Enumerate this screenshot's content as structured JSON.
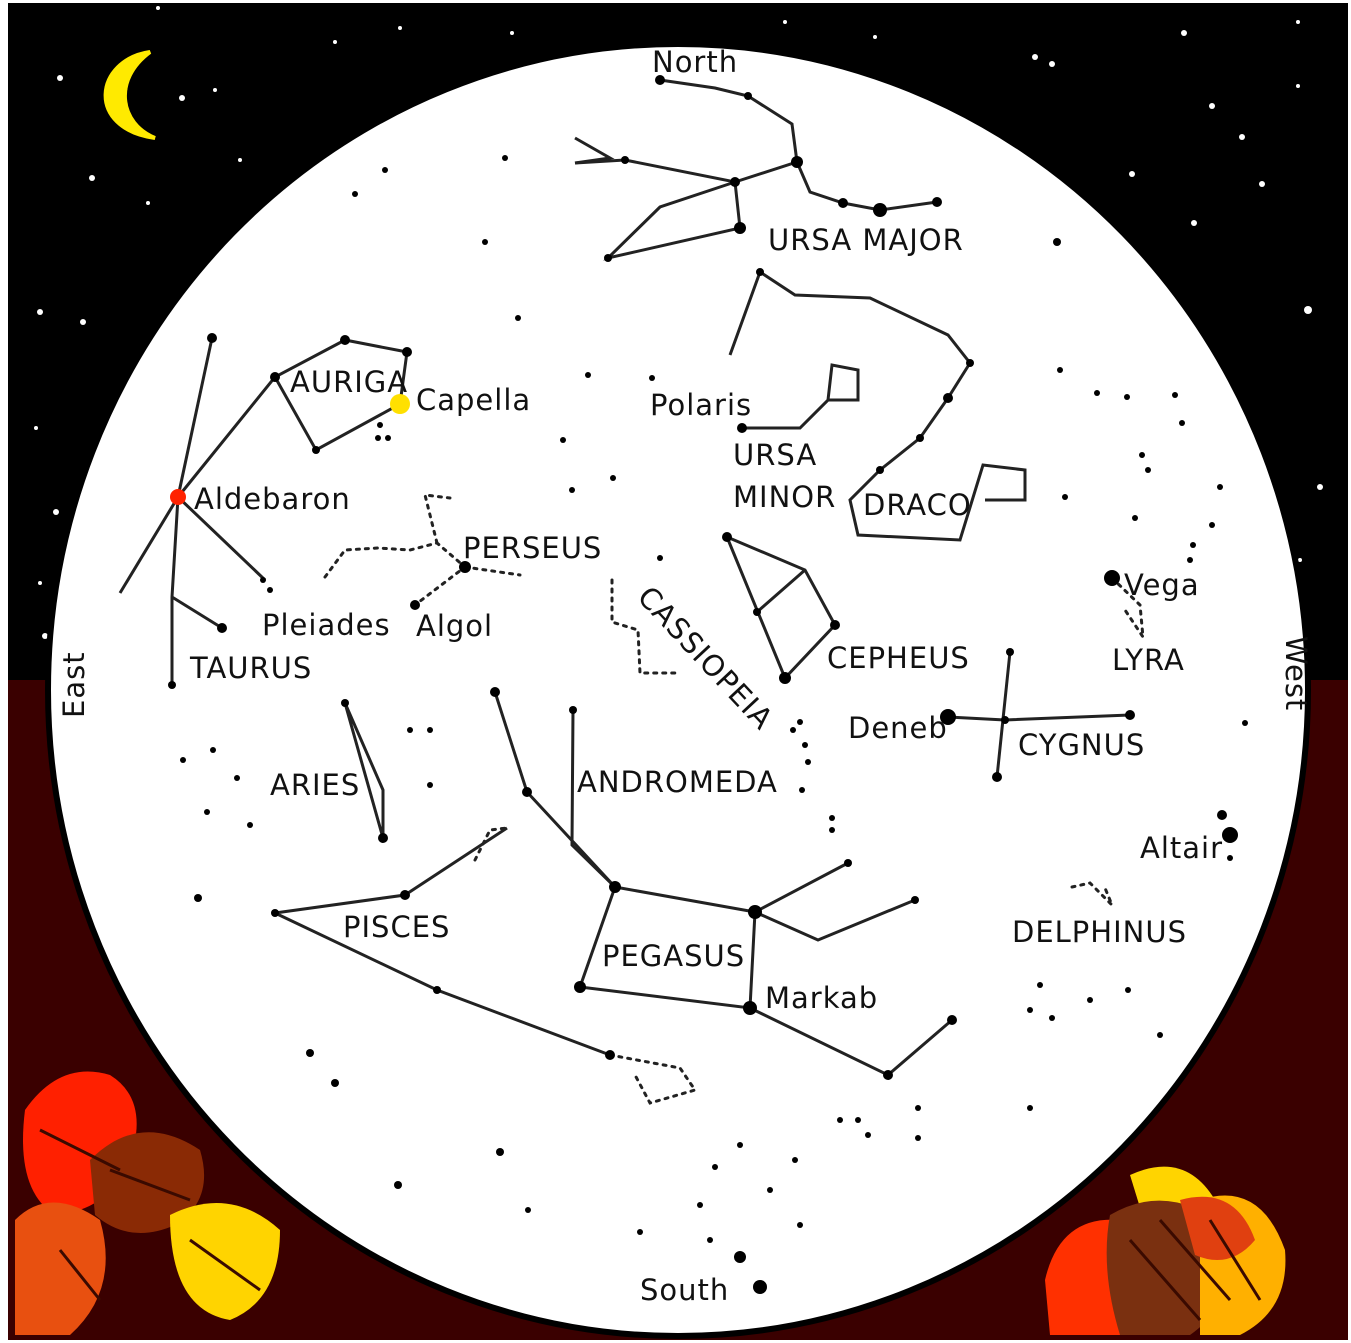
{
  "colors": {
    "night_sky": "#000000",
    "ground": "#3a0000",
    "sky_disc": "#ffffff",
    "moon": "#ffea00",
    "capella": "#ffe000",
    "aldebaran": "#ff2200"
  },
  "icons": [
    "moon-icon",
    "leaf-cluster-left",
    "leaf-cluster-right"
  ],
  "directions": {
    "north": "North",
    "south": "South",
    "east": "East",
    "west": "West"
  },
  "constellations": {
    "ursa_major": "URSA MAJOR",
    "auriga": "AURIGA",
    "ursa_minor_1": "URSA",
    "ursa_minor_2": "MINOR",
    "draco": "DRACO",
    "perseus": "PERSEUS",
    "cassiopeia": "CASSIOPEIA",
    "cepheus": "CEPHEUS",
    "lyra": "LYRA",
    "taurus": "TAURUS",
    "cygnus": "CYGNUS",
    "aries": "ARIES",
    "andromeda": "ANDROMEDA",
    "pisces": "PISCES",
    "pegasus": "PEGASUS",
    "delphinus": "DELPHINUS"
  },
  "stars": {
    "capella": "Capella",
    "polaris": "Polaris",
    "aldebaran": "Aldebaron",
    "pleiades": "Pleiades",
    "algol": "Algol",
    "vega": "Vega",
    "deneb": "Deneb",
    "altair": "Altair",
    "markab": "Markab"
  }
}
